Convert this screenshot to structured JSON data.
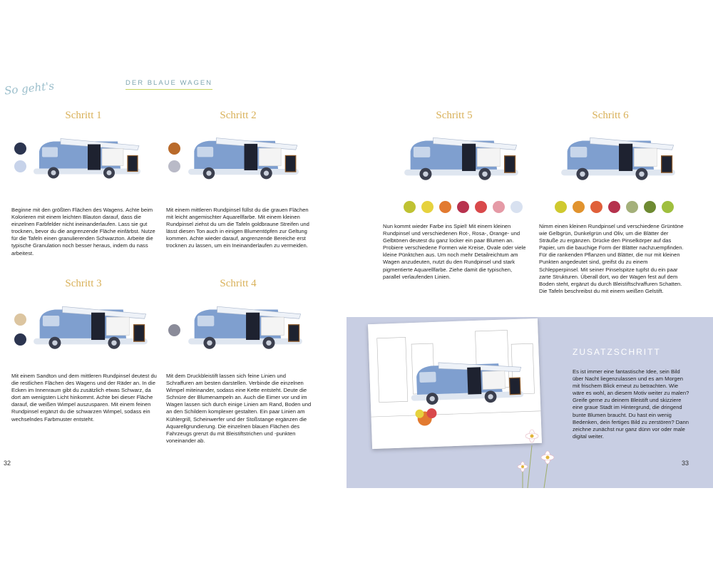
{
  "header": {
    "script_logo": "So geht's",
    "section_label": "DER BLAUE WAGEN"
  },
  "steps": [
    {
      "title": "Schritt 1",
      "text": "Beginne mit den größten Flächen des Wagens. Achte beim Kolorieren mit einem leichten Blauton darauf, dass die einzelnen Farbfelder nicht ineinanderlaufen. Lass sie gut trocknen, bevor du die angrenzende Fläche einfärbst. Nutze für die Tafeln einen granulierenden Schwarzton. Arbeite die typische Granulation noch besser heraus, indem du nass arbeitest."
    },
    {
      "title": "Schritt 2",
      "text": "Mit einem mittleren Rundpinsel füllst du die grauen Flächen mit leicht angemischter Aquarellfarbe. Mit einem kleinen Rundpinsel ziehst du um die Tafeln goldbraune Streifen und lässt diesen Ton auch in einigen Blumentöpfen zur Geltung kommen. Achte wieder darauf, angrenzende Bereiche erst trocknen zu lassen, um ein Ineinanderlaufen zu vermeiden."
    },
    {
      "title": "Schritt 3",
      "text": "Mit einem Sandton und dem mittleren Rundpinsel deutest du die restlichen Flächen des Wagens und der Räder an. In die Ecken im Innenraum gibt du zusätzlich etwas Schwarz, da dort am wenigsten Licht hinkommt. Achte bei dieser Fläche darauf, die weißen Wimpel auszusparen. Mit einem feinen Rundpinsel ergänzt du die schwarzen Wimpel, sodass ein wechselndes Farbmuster entsteht."
    },
    {
      "title": "Schritt 4",
      "text": "Mit dem Druckbleistift lassen sich feine Linien und Schraffuren am besten darstellen. Verbinde die einzelnen Wimpel miteinander, sodass eine Kette entsteht. Deute die Schnüre der Blumenampeln an. Auch die Eimer vor und im Wagen lassen sich durch einige Linien am Rand, Boden und an den Schildern komplexer gestalten. Ein paar Linien am Kühlergrill, Scheinwerfer und der Stoßstange ergänzen die Aquarellgrundierung. Die einzelnen blauen Flächen des Fahrzeugs grenzt du mit Bleistiftstrichen und -punkten voneinander ab."
    },
    {
      "title": "Schritt 5",
      "text": "Nun kommt wieder Farbe ins Spiel! Mit einem kleinen Rundpinsel und verschiedenen Rot-, Rosa-, Orange- und Gelbtönen deutest du ganz locker ein paar Blumen an. Probiere verschiedene Formen wie Kreise, Ovale oder viele kleine Pünktchen aus. Um noch mehr Detailreichtum am Wagen anzudeuten, nutzt du den Rundpinsel und stark pigmentierte Aquarellfarbe. Ziehe damit die typischen, parallel verlaufenden Linien."
    },
    {
      "title": "Schritt 6",
      "text": "Nimm einen kleinen Rundpinsel und verschiedene Grüntöne wie Gelbgrün, Dunkelgrün und Oliv, um die Blätter der Sträuße zu ergänzen. Drücke den Pinselkörper auf das Papier, um die bauchige Form der Blätter nachzuempfinden. Für die rankenden Pflanzen und Blätter, die nur mit kleinen Punkten angedeutet sind, greifst du zu einem Schlepperpinsel. Mit seiner Pinselspitze tupfst du ein paar zarte Strukturen. Überall dort, wo der Wagen fest auf dem Boden steht, ergänzt du durch Bleistiftschraffuren Schatten. Die Tafeln beschreibst du mit einem weißen Gelstift."
    }
  ],
  "extra": {
    "title": "ZUSATZSCHRITT",
    "text": "Es ist immer eine fantastische Idee, sein Bild über Nacht liegenzulassen und es am Morgen mit frischem Blick erneut zu betrachten. Wie wäre es wohl, an diesem Motiv weiter zu malen? Greife gerne zu deinem Bleistift und skizziere eine graue Stadt im Hintergrund, die dringend bunte Blumen braucht. Du hast ein wenig Bedenken, dein fertiges Bild zu zerstören? Dann zeichne zunächst nur ganz dünn vor oder male digital weiter."
  },
  "pages": {
    "left": "32",
    "right": "33"
  },
  "colors": {
    "accent_gold": "#d9b15a",
    "label_blue": "#7fa6b0",
    "truck_blue": "#7f9fcf",
    "panel_bg": "#c8cee3"
  },
  "swatches": {
    "step1": [
      "#2c3550",
      "#c7d3ea"
    ],
    "step2": [
      "#b96a2a",
      "#b9bac7"
    ],
    "step3": [
      "#dcc5a0",
      "#2c3550"
    ],
    "step4": [
      "#8a8b99"
    ],
    "step5": [
      "#bfc233",
      "#e6d23e",
      "#e27a30",
      "#b8324e",
      "#d9494b",
      "#e59aa6",
      "#d8e1f0"
    ],
    "step6": [
      "#cfc92f",
      "#e1932e",
      "#e0603a",
      "#b5324d",
      "#a4b07a",
      "#6e8a32",
      "#9fbf3e"
    ]
  }
}
